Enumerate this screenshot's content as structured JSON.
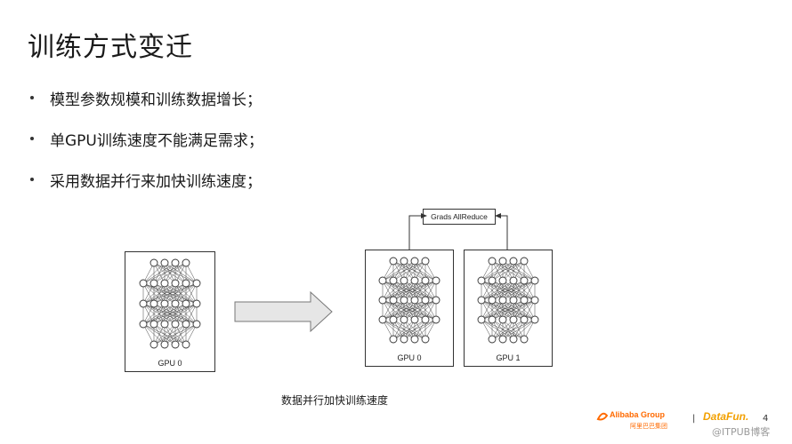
{
  "slide": {
    "title": "训练方式变迁",
    "bullets": [
      "模型参数规模和训练数据增长；",
      "单GPU训练速度不能满足需求；",
      "采用数据并行来加快训练速度；"
    ]
  },
  "diagram": {
    "left_gpu_label": "GPU 0",
    "right_gpu_labels": [
      "GPU 0",
      "GPU 1"
    ],
    "allreduce_label": "Grads AllReduce",
    "caption": "数据并行加快训练速度"
  },
  "footer": {
    "alibaba_brand": "Alibaba Group",
    "alibaba_cn": "阿里巴巴集团",
    "separator": "|",
    "datafun_brand": "DataFun.",
    "page_number": "4",
    "watermark": "@ITPUB博客"
  },
  "colors": {
    "alibaba_orange": "#ff6a00",
    "datafun_yellow": "#f2a000",
    "arrow_fill": "#e6e6e6"
  }
}
